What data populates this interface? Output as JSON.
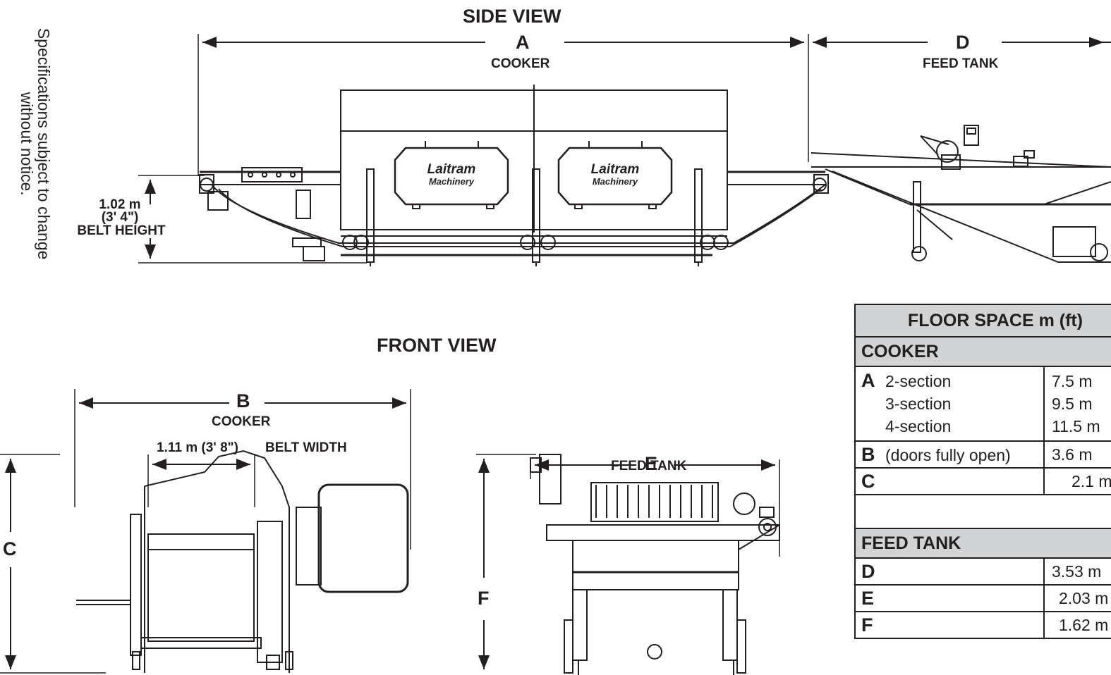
{
  "side_note": "Specifications subject to change without notice.",
  "side_view": {
    "title": "SIDE VIEW",
    "dim_a_letter": "A",
    "dim_a_label": "COOKER",
    "dim_d_letter": "D",
    "dim_d_label": "FEED TANK",
    "belt_height_value": "1.02 m",
    "belt_height_imperial": "(3' 4\")",
    "belt_height_label": "BELT HEIGHT",
    "brand_line1": "Laitram",
    "brand_line2": "Machinery"
  },
  "front_view": {
    "title": "FRONT VIEW",
    "dim_b_letter": "B",
    "dim_b_label": "COOKER",
    "belt_width_value": "1.11 m (3' 8\")",
    "belt_width_label": "BELT WIDTH",
    "dim_c_letter": "C",
    "dim_e_letter": "E",
    "dim_e_label": "FEED TANK",
    "dim_f_letter": "F"
  },
  "floor_space": {
    "title": "FLOOR SPACE m (ft)",
    "cooker_header": "COOKER",
    "row_a_letter": "A",
    "row_a_items": [
      "2-section",
      "3-section",
      "4-section"
    ],
    "row_a_values": [
      "7.5 m",
      "9.5 m",
      "11.5 m"
    ],
    "row_b_letter": "B",
    "row_b_label": "(doors fully open)",
    "row_b_value": "3.6 m",
    "row_c_letter": "C",
    "row_c_value": "2.1 m",
    "feed_tank_header": "FEED TANK",
    "row_d_letter": "D",
    "row_d_value": "3.53 m",
    "row_e_letter": "E",
    "row_e_value": "2.03 m",
    "row_f_letter": "F",
    "row_f_value": "1.62 m"
  }
}
